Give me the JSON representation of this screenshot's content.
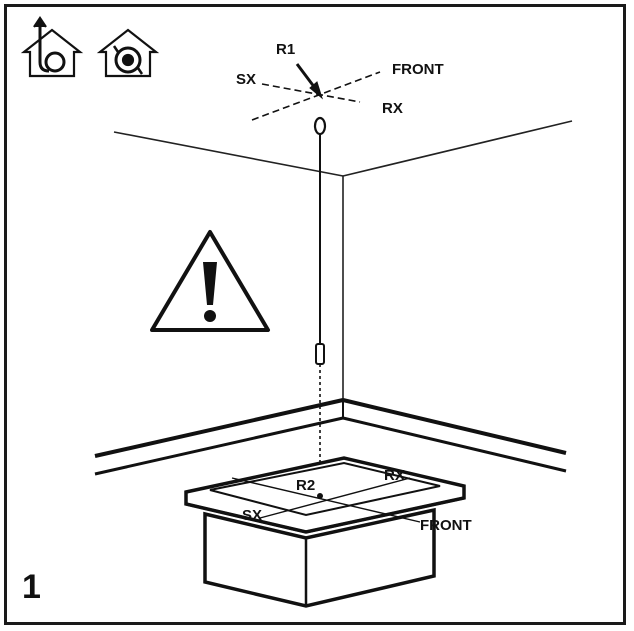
{
  "step_number": "1",
  "icons": {
    "ducted_mode": "house-ducted-icon",
    "recirculation_mode": "house-recirculation-icon",
    "warning": "warning-icon"
  },
  "labels": {
    "ceiling_marker": "R1",
    "ceiling_left": "SX",
    "ceiling_right": "RX",
    "ceiling_front": "FRONT",
    "hob_marker": "R2",
    "hob_left": "SX",
    "hob_right": "RX",
    "hob_front": "FRONT"
  }
}
